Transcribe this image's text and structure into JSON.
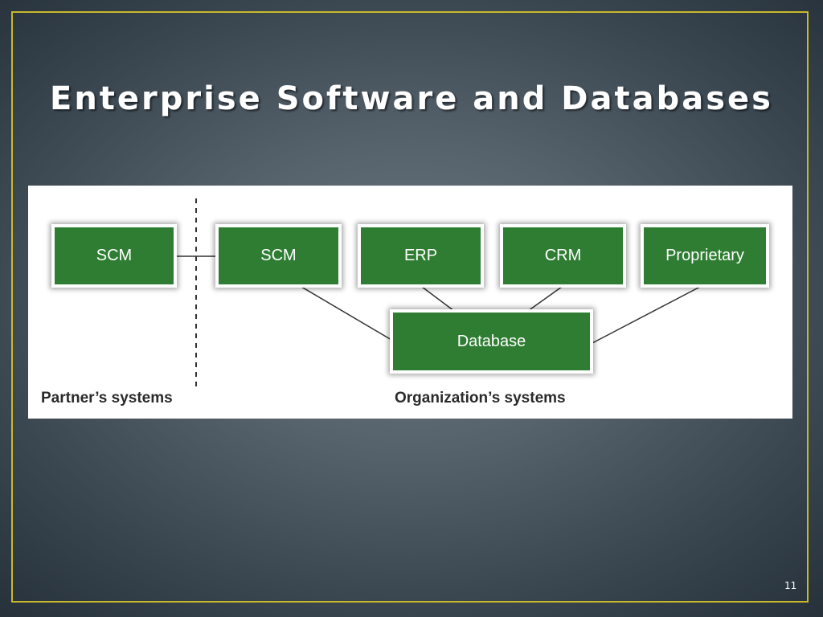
{
  "slide": {
    "title": "Enterprise Software and Databases",
    "page_number": "11"
  },
  "diagram": {
    "partner_boxes": [
      "SCM"
    ],
    "organization_boxes": [
      "SCM",
      "ERP",
      "CRM",
      "Proprietary"
    ],
    "database_label": "Database",
    "partner_label": "Partner’s systems",
    "organization_label": "Organization’s systems"
  },
  "colors": {
    "box_fill": "#2e7d32",
    "frame_border": "#c9b92a",
    "background": "#56626c"
  }
}
